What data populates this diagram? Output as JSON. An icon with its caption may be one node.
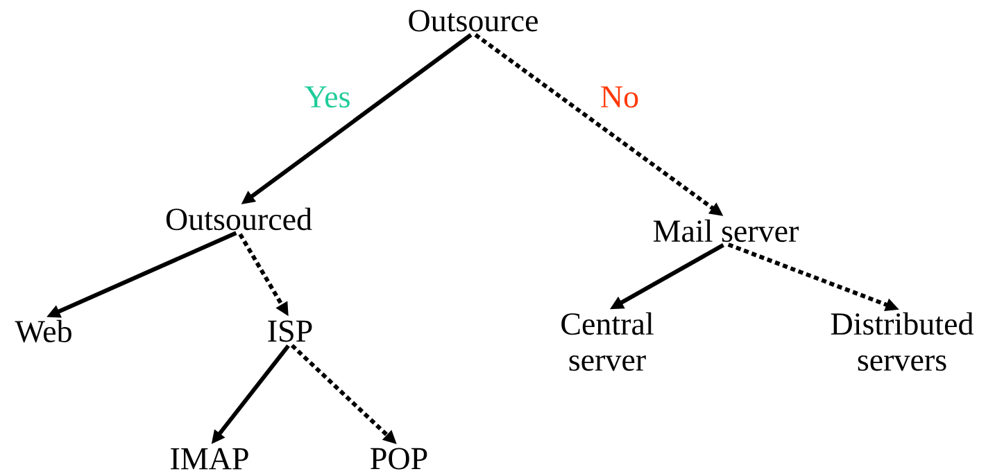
{
  "diagram": {
    "nodes": [
      {
        "text": [
          "Outsource"
        ]
      },
      {
        "text": [
          "Outsourced"
        ]
      },
      {
        "text": [
          "Mail server"
        ]
      },
      {
        "text": [
          "Web"
        ]
      },
      {
        "text": [
          "ISP"
        ]
      },
      {
        "text": [
          "Central server"
        ]
      },
      {
        "text": [
          "Distributed servers"
        ]
      },
      {
        "text": [
          "IMAP"
        ]
      },
      {
        "text": [
          "POP"
        ]
      }
    ],
    "edges": [
      {
        "from": 0,
        "to": 1,
        "arrow": "to",
        "label": "Yes"
      },
      {
        "from": 0,
        "to": 2,
        "arrow": "to",
        "label": "No",
        "style": "dashed"
      },
      {
        "from": 1,
        "to": 3,
        "arrow": "to"
      },
      {
        "from": 1,
        "to": 4,
        "arrow": "to",
        "style": "dashed"
      },
      {
        "from": 2,
        "to": 5,
        "arrow": "to"
      },
      {
        "from": 2,
        "to": 6,
        "arrow": "to",
        "style": "dashed"
      },
      {
        "from": 4,
        "to": 7,
        "arrow": "to"
      },
      {
        "from": 4,
        "to": 8,
        "arrow": "to",
        "style": "dashed"
      }
    ]
  }
}
